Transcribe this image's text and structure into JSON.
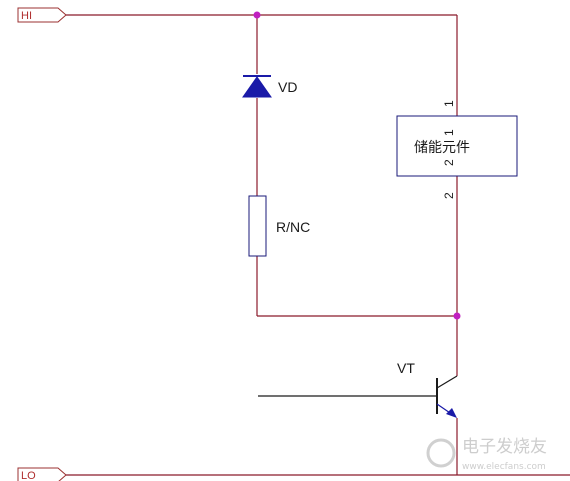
{
  "ports": {
    "hi": "HI",
    "lo": "LO"
  },
  "diode": {
    "label": "VD"
  },
  "resistor": {
    "label": "R/NC"
  },
  "storage": {
    "label": "储能元件",
    "pin_top": "1",
    "pin_bottom": "2",
    "pin_inner_1": "1",
    "pin_inner_2": "2"
  },
  "transistor": {
    "label": "VT"
  },
  "watermark": {
    "text": "电子发烧友",
    "url": "www.elecfans.com"
  },
  "colors": {
    "wire": "#8b1a2b",
    "junction": "#c020c0",
    "symbol": "#1a1aa8"
  }
}
